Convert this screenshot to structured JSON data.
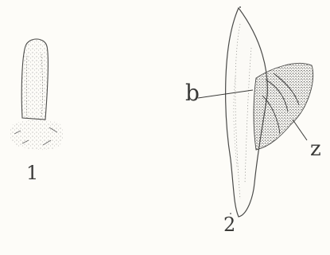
{
  "figure": {
    "labels": {
      "fig1": "1",
      "fig2": "2",
      "b": "b",
      "z": "z"
    },
    "ink_color": "#3a3a38",
    "paper_color": "#fdfcf8"
  }
}
